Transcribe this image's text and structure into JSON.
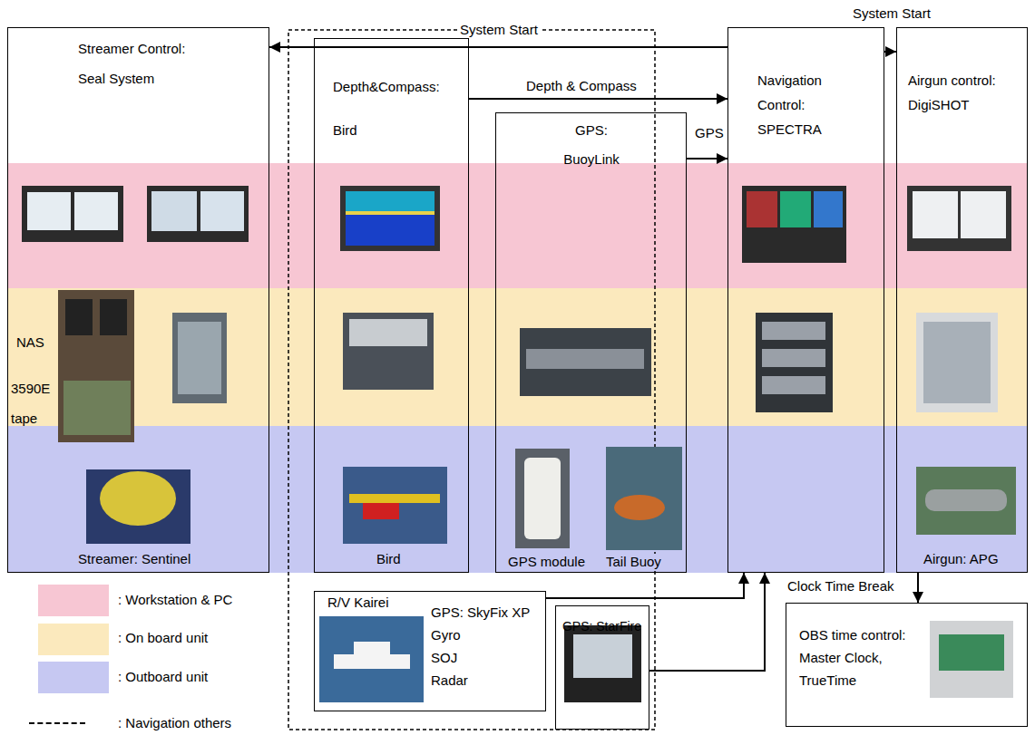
{
  "diagram": {
    "nodes": [
      {
        "text": [
          "Streamer Control: Seal System"
        ]
      },
      {
        "text": [
          "Depth&Compass: Bird"
        ]
      },
      {
        "text": [
          "GPS: BuoyLink"
        ]
      },
      {
        "text": [
          "Navigation Control: SPECTRA"
        ]
      },
      {
        "text": [
          "Airgun control: DigiSHOT"
        ]
      },
      {
        "text": [
          "R/V Kairei",
          "GPS: SkyFix XP",
          "Gyro",
          "SOJ",
          "Radar"
        ]
      },
      {
        "text": [
          "GPS: StarFire"
        ]
      },
      {
        "text": [
          "OBS time control: Master Clock, TrueTime"
        ]
      }
    ],
    "edges": [
      {
        "from": 3,
        "to": 0,
        "arrow": "to",
        "label": "System Start"
      },
      {
        "from": 3,
        "to": 4,
        "arrow": "to",
        "label": "System Start"
      },
      {
        "from": 1,
        "to": 3,
        "arrow": "to",
        "label": "Depth & Compass"
      },
      {
        "from": 2,
        "to": 3,
        "arrow": "to",
        "label": "GPS"
      },
      {
        "from": 5,
        "to": 3,
        "arrow": "to"
      },
      {
        "from": 6,
        "to": 3,
        "arrow": "to"
      },
      {
        "from": 4,
        "to": 7,
        "arrow": "to",
        "label": "Clock Time Break"
      }
    ],
    "labels": [
      "NAS",
      "3590E tape",
      "Streamer: Sentinel",
      "Bird",
      "GPS module",
      "Tail Buoy",
      "Airgun: APG"
    ],
    "legend": [
      {
        "text": ": Workstation & PC",
        "color": "#f7c6d3"
      },
      {
        "text": ": On board unit",
        "color": "#fbe9bd"
      },
      {
        "text": ": Outboard unit",
        "color": "#c6c8f2"
      },
      {
        "text": ": Navigation others"
      }
    ]
  }
}
